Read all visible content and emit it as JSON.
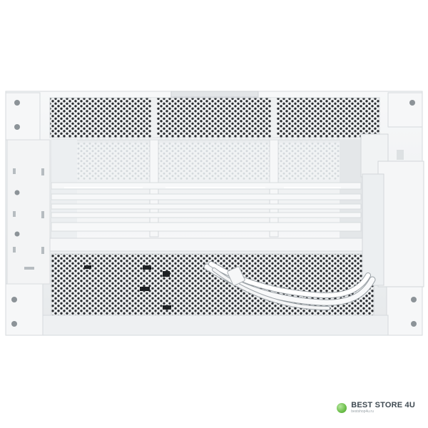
{
  "scene": {
    "subject": "case-chassis",
    "colors": {
      "background": "#ffffff",
      "chassis": "#f1f3f4",
      "chassis_shadow": "#d9dde0",
      "mesh_hole": "#2a2d31",
      "cable": "#f7f8f9"
    }
  },
  "watermark": {
    "title": "BEST STORE 4U",
    "subtitle": "bestshop4u.ru"
  }
}
